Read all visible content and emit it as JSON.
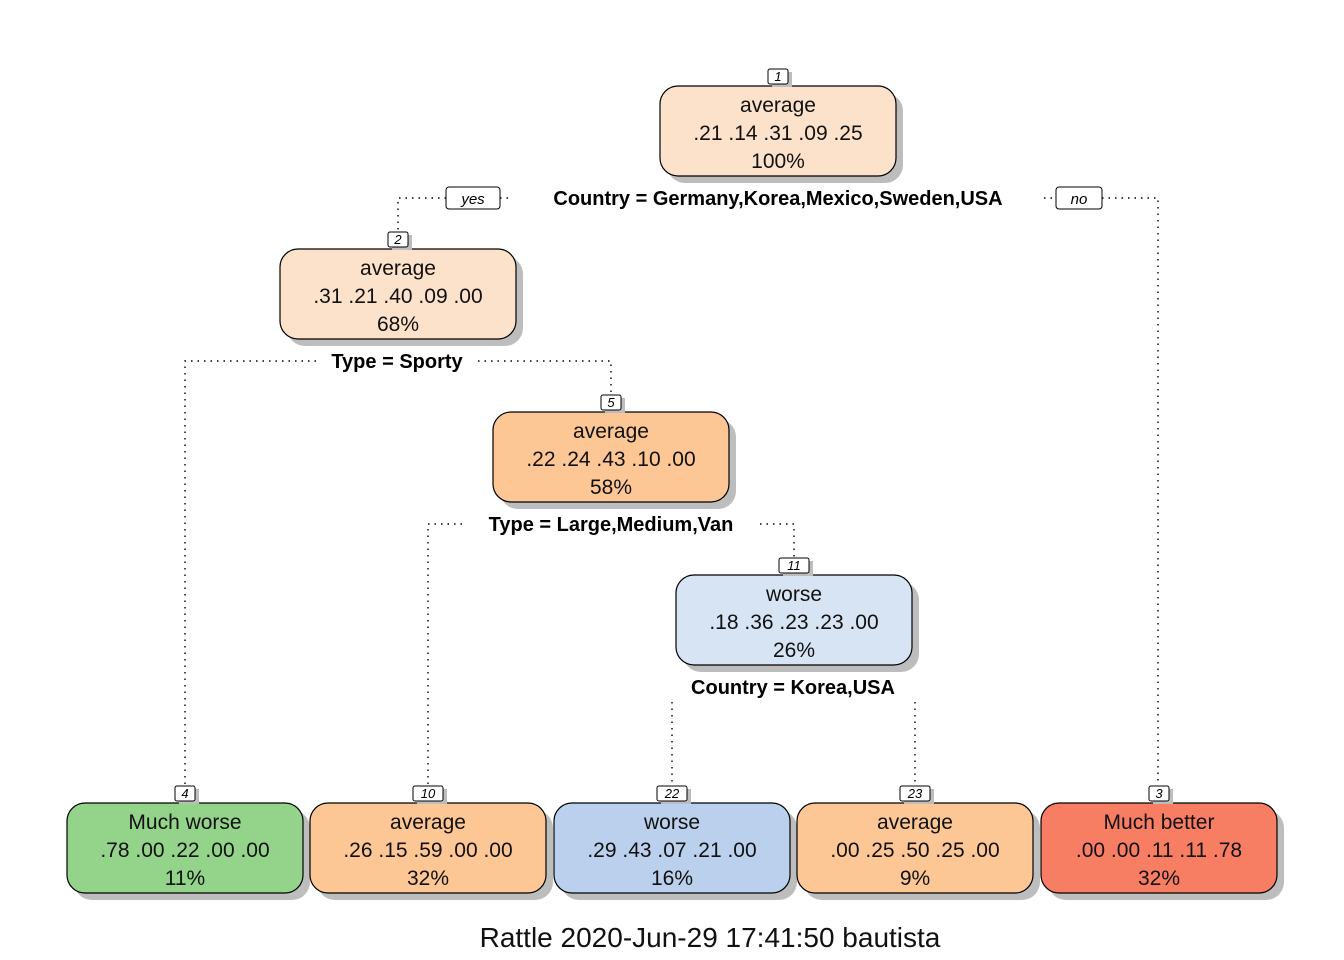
{
  "nodes": [
    {
      "id": "n1",
      "index": "1",
      "label": "average",
      "probs": ".21  .14  .31  .09  .25",
      "pct": "100%",
      "fill": "#FCE2CA"
    },
    {
      "id": "n2",
      "index": "2",
      "label": "average",
      "probs": ".31  .21  .40  .09  .00",
      "pct": "68%",
      "fill": "#FCE2CA"
    },
    {
      "id": "n5",
      "index": "5",
      "label": "average",
      "probs": ".22  .24  .43  .10  .00",
      "pct": "58%",
      "fill": "#FCC695"
    },
    {
      "id": "n11",
      "index": "11",
      "label": "worse",
      "probs": ".18  .36  .23  .23  .00",
      "pct": "26%",
      "fill": "#D6E4F3"
    },
    {
      "id": "n4",
      "index": "4",
      "label": "Much worse",
      "probs": ".78  .00  .22  .00  .00",
      "pct": "11%",
      "fill": "#94D38A"
    },
    {
      "id": "n10",
      "index": "10",
      "label": "average",
      "probs": ".26  .15  .59  .00  .00",
      "pct": "32%",
      "fill": "#FCC695"
    },
    {
      "id": "n22",
      "index": "22",
      "label": "worse",
      "probs": ".29  .43  .07  .21  .00",
      "pct": "16%",
      "fill": "#BAD0EC"
    },
    {
      "id": "n23",
      "index": "23",
      "label": "average",
      "probs": ".00  .25  .50  .25  .00",
      "pct": "9%",
      "fill": "#FCC695"
    },
    {
      "id": "n3",
      "index": "3",
      "label": "Much better",
      "probs": ".00  .00  .11  .11  .78",
      "pct": "32%",
      "fill": "#F87E63"
    }
  ],
  "splits": [
    {
      "id": "s1",
      "text": "Country = Germany,Korea,Mexico,Sweden,USA"
    },
    {
      "id": "s2",
      "text": "Type = Sporty"
    },
    {
      "id": "s5",
      "text": "Type = Large,Medium,Van"
    },
    {
      "id": "s11",
      "text": "Country = Korea,USA"
    }
  ],
  "edge_labels": {
    "yes": "yes",
    "no": "no"
  },
  "footer": "Rattle 2020-Jun-29 17:41:50 bautista",
  "colors": {
    "edge": "#000000",
    "shadow": "#bdbdbd",
    "border": "#000000"
  }
}
